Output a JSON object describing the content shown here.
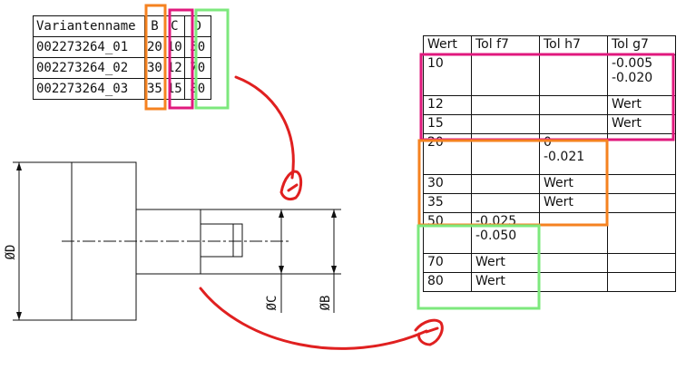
{
  "variant_table": {
    "headers": [
      "Variantenname",
      "B",
      "C",
      "D"
    ],
    "rows": [
      [
        "002273264_01",
        "20",
        "10",
        "50"
      ],
      [
        "002273264_02",
        "30",
        "12",
        "70"
      ],
      [
        "002273264_03",
        "35",
        "15",
        "80"
      ]
    ]
  },
  "tolerance_table": {
    "headers": [
      "Wert",
      "Tol f7",
      "Tol h7",
      "Tol g7"
    ],
    "rows": [
      [
        "10",
        "",
        "",
        "-0.005\n-0.020"
      ],
      [
        "12",
        "",
        "",
        "Wert"
      ],
      [
        "15",
        "",
        "",
        "Wert"
      ],
      [
        "20",
        "",
        "0\n-0.021",
        ""
      ],
      [
        "30",
        "",
        "Wert",
        ""
      ],
      [
        "35",
        "",
        "Wert",
        ""
      ],
      [
        "50",
        "-0.025\n-0.050",
        "",
        ""
      ],
      [
        "70",
        "Wert",
        "",
        ""
      ],
      [
        "80",
        "Wert",
        "",
        ""
      ]
    ]
  },
  "drawing": {
    "diameter_d_label": "ØD",
    "diameter_c_label": "ØC",
    "diameter_b_label": "ØB"
  },
  "colors": {
    "column_b_highlight": "#f58220",
    "column_c_highlight": "#e0197d",
    "column_d_highlight": "#7de87d",
    "arrow": "#e02020"
  }
}
